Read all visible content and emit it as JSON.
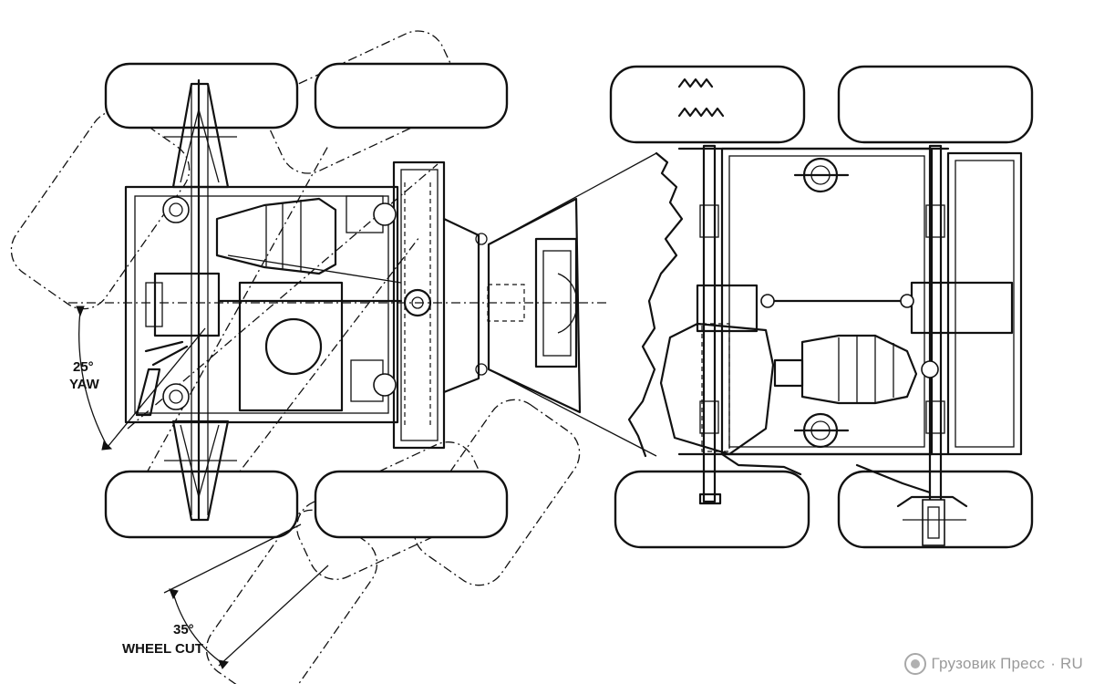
{
  "annotations": {
    "yaw_angle": "25°",
    "yaw_label": "YAW",
    "wheel_cut_angle": "35°",
    "wheel_cut_label": "WHEEL CUT"
  },
  "watermark": {
    "text": "Грузовик Пресс",
    "suffix": "· RU",
    "icon": "logo-circle-icon",
    "color": "#9a9a9a"
  },
  "colors": {
    "ink": "#111111",
    "paper": "#ffffff"
  }
}
